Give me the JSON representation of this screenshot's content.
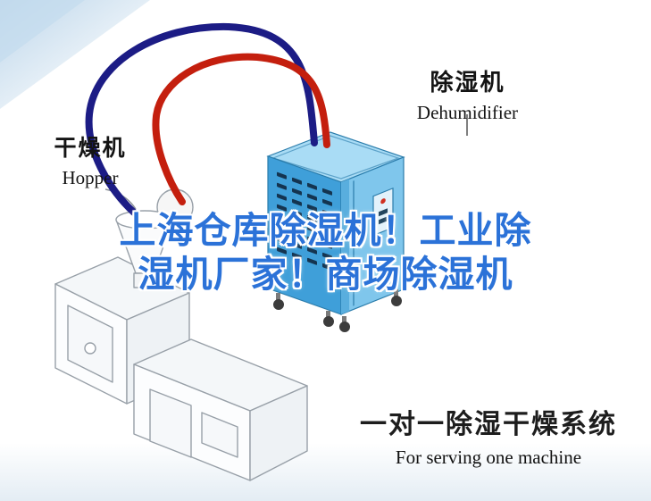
{
  "labels": {
    "hopper_cn": "干燥机",
    "hopper_en": "Hopper",
    "dehumidifier_cn": "除湿机",
    "dehumidifier_en": "Dehumidifier",
    "bottom_cn": "一对一除湿干燥系统",
    "bottom_en": "For serving one machine"
  },
  "title": {
    "line1": "上海仓库除湿机！工业除",
    "line2": "湿机厂家！商场除湿机"
  },
  "colors": {
    "title_blue": "#2b72d8",
    "pipe_blue": "#1c1c85",
    "pipe_red": "#c41f0e",
    "dehumidifier_side": "#3f9fd9",
    "dehumidifier_front": "#7fc6ec",
    "dehumidifier_top": "#a9dcf5",
    "label_text": "#141414",
    "corner_blue": "#bdd6ea"
  }
}
